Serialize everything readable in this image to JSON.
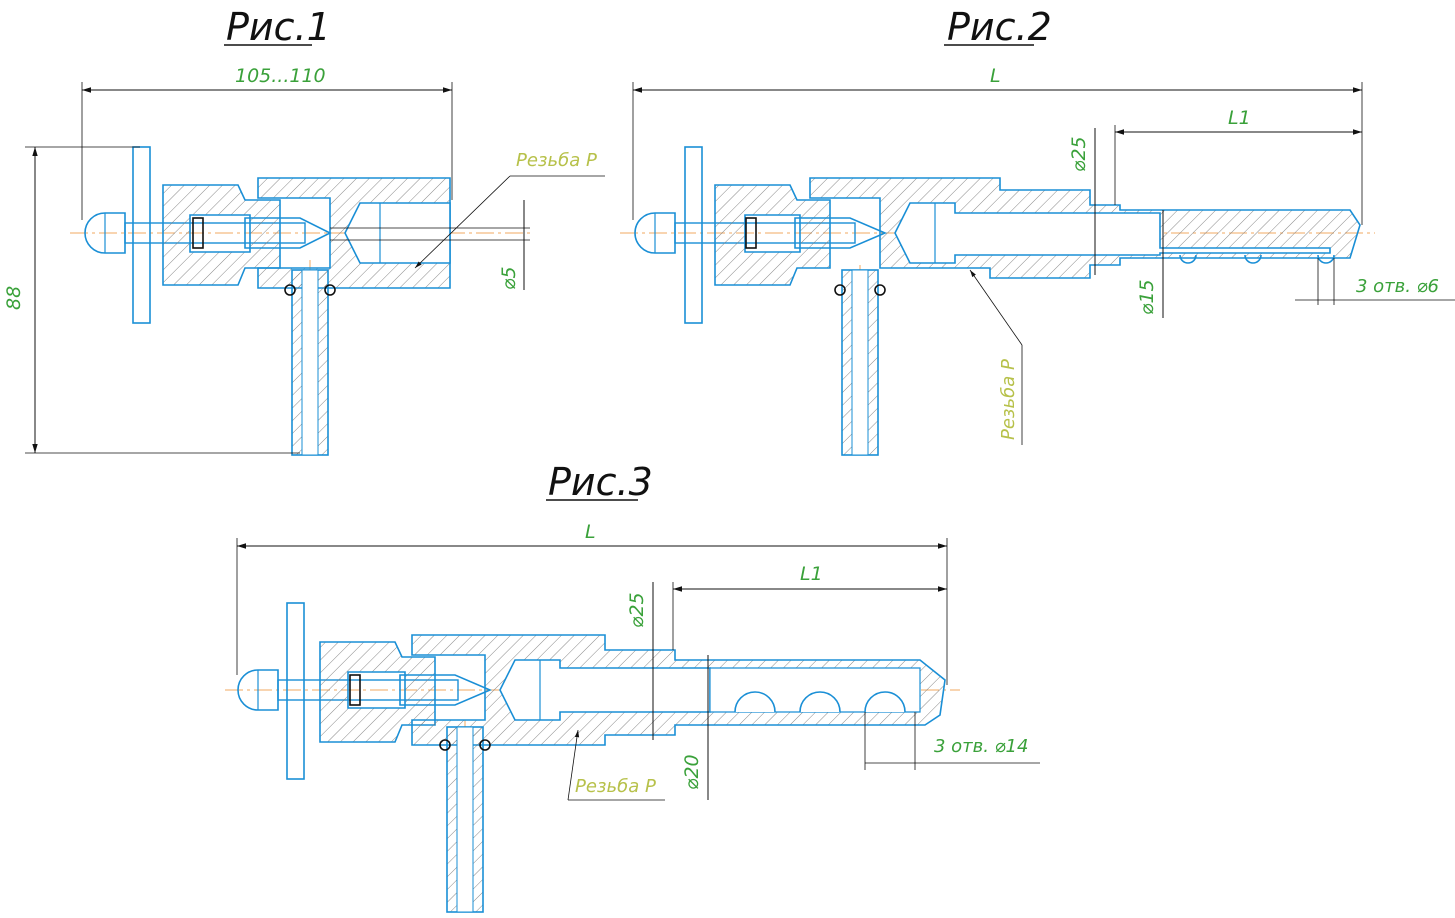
{
  "colors": {
    "outline": "#1a8fd6",
    "dimension": "#3aa13a",
    "dimension_line": "#111111",
    "thread_label": "#b7c14a",
    "centerline": "#f0a860",
    "hatch": "#7c7c7c",
    "title": "#111111"
  },
  "figures": {
    "fig1": {
      "title": "Рис.1",
      "dim_length": "105...110",
      "dim_height": "88",
      "dim_bore": "⌀5",
      "thread_label": "Резьба Р"
    },
    "fig2": {
      "title": "Рис.2",
      "dim_L": "L",
      "dim_L1": "L1",
      "dim_d25": "⌀25",
      "dim_d15": "⌀15",
      "holes": "3 отв. ⌀6",
      "thread_label": "Резьба Р"
    },
    "fig3": {
      "title": "Рис.3",
      "dim_L": "L",
      "dim_L1": "L1",
      "dim_d25": "⌀25",
      "dim_d20": "⌀20",
      "holes": "3 отв. ⌀14",
      "thread_label": "Резьба Р"
    }
  }
}
